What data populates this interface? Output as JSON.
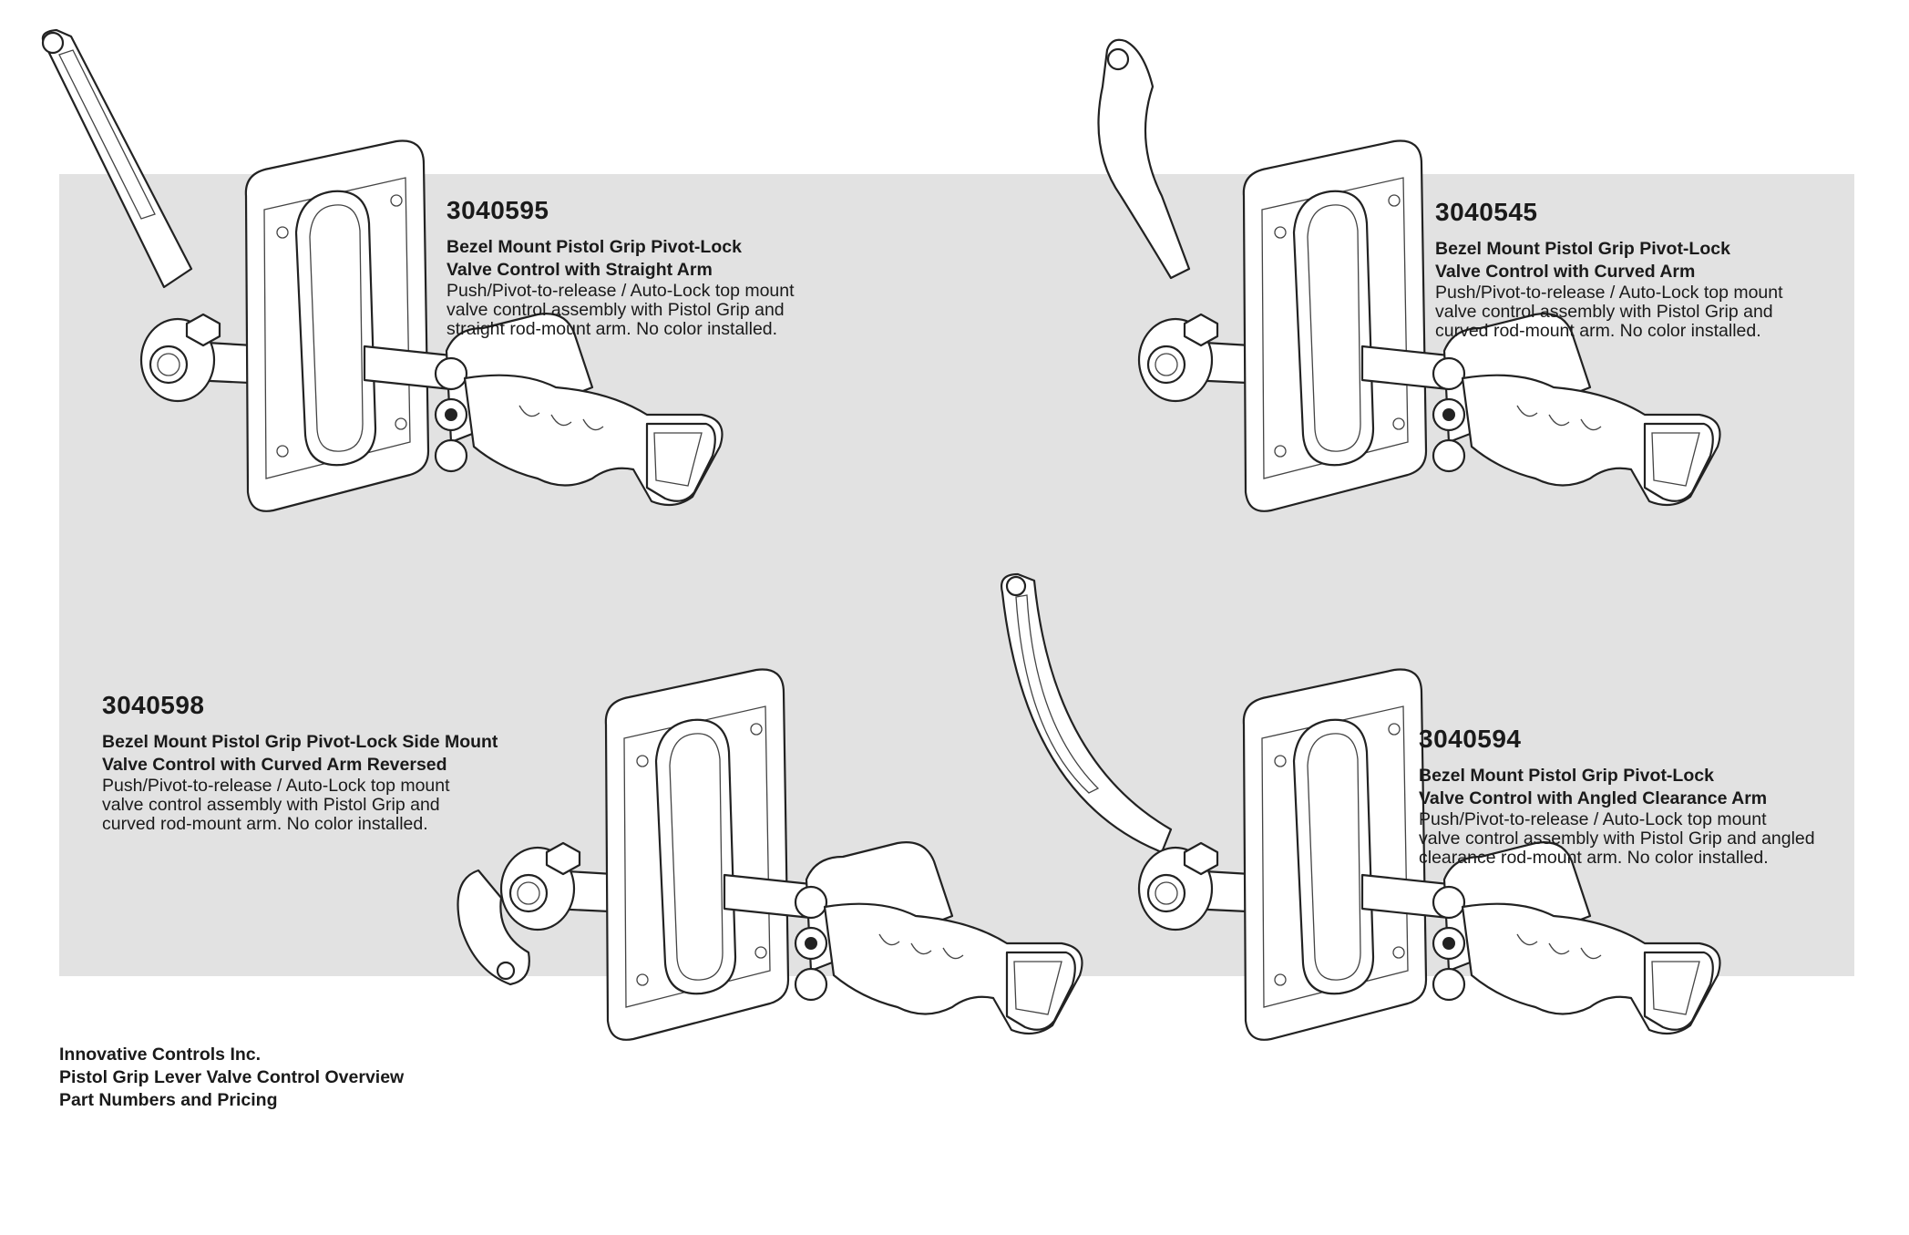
{
  "products": [
    {
      "part_number": "3040595",
      "title_line1": "Bezel Mount Pistol Grip Pivot-Lock",
      "title_line2": "Valve Control with Straight Arm",
      "desc_line1": "Push/Pivot-to-release / Auto-Lock top mount",
      "desc_line2": "valve control assembly with Pistol Grip and",
      "desc_line3": "straight rod-mount arm. No color installed."
    },
    {
      "part_number": "3040545",
      "title_line1": "Bezel Mount Pistol Grip Pivot-Lock",
      "title_line2": "Valve Control with Curved Arm",
      "desc_line1": "Push/Pivot-to-release / Auto-Lock top mount",
      "desc_line2": "valve control assembly with Pistol Grip and",
      "desc_line3": "curved rod-mount arm. No color installed."
    },
    {
      "part_number": "3040598",
      "title_line1": "Bezel Mount Pistol Grip Pivot-Lock Side Mount",
      "title_line2": "Valve Control with Curved Arm Reversed",
      "desc_line1": "Push/Pivot-to-release / Auto-Lock top mount",
      "desc_line2": "valve control assembly with Pistol Grip and",
      "desc_line3": "curved rod-mount arm. No color installed."
    },
    {
      "part_number": "3040594",
      "title_line1": "Bezel Mount Pistol Grip Pivot-Lock",
      "title_line2": "Valve Control with Angled Clearance Arm",
      "desc_line1": "Push/Pivot-to-release / Auto-Lock top mount",
      "desc_line2": "valve control assembly with Pistol Grip and angled",
      "desc_line3": "clearance rod-mount arm. No color installed."
    }
  ],
  "footer": {
    "line1": "Innovative Controls Inc.",
    "line2": "Pistol Grip Lever Valve Control Overview",
    "line3": "Part Numbers and Pricing"
  }
}
